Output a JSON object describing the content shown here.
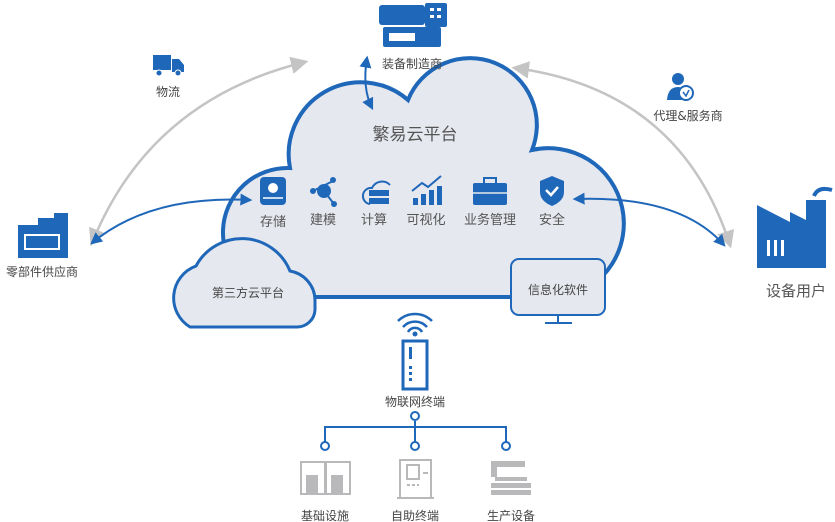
{
  "colors": {
    "accent": "#1f67b9",
    "cloud_fill": "#e6e8ef",
    "arrow_gray": "#c4c4c4",
    "device_gray": "#b9b9bb"
  },
  "platform": {
    "title": "繁易云平台",
    "modules": [
      {
        "label": "存储",
        "icon": "storage-cloud-icon"
      },
      {
        "label": "建模",
        "icon": "network-node-icon"
      },
      {
        "label": "计算",
        "icon": "cloud-server-icon"
      },
      {
        "label": "可视化",
        "icon": "bar-chart-trend-icon"
      },
      {
        "label": "业务管理",
        "icon": "briefcase-icon"
      },
      {
        "label": "安全",
        "icon": "shield-check-icon"
      }
    ]
  },
  "third_party_cloud": "第三方云平台",
  "info_software": "信息化软件",
  "actors": {
    "manufacturer": "装备制造商",
    "logistics": "物流",
    "agent": "代理&服务商",
    "supplier": "零部件供应商",
    "user": "设备用户"
  },
  "iot": {
    "terminal": "物联网终端",
    "devices": [
      "基础设施",
      "自助终端",
      "生产设备"
    ]
  }
}
